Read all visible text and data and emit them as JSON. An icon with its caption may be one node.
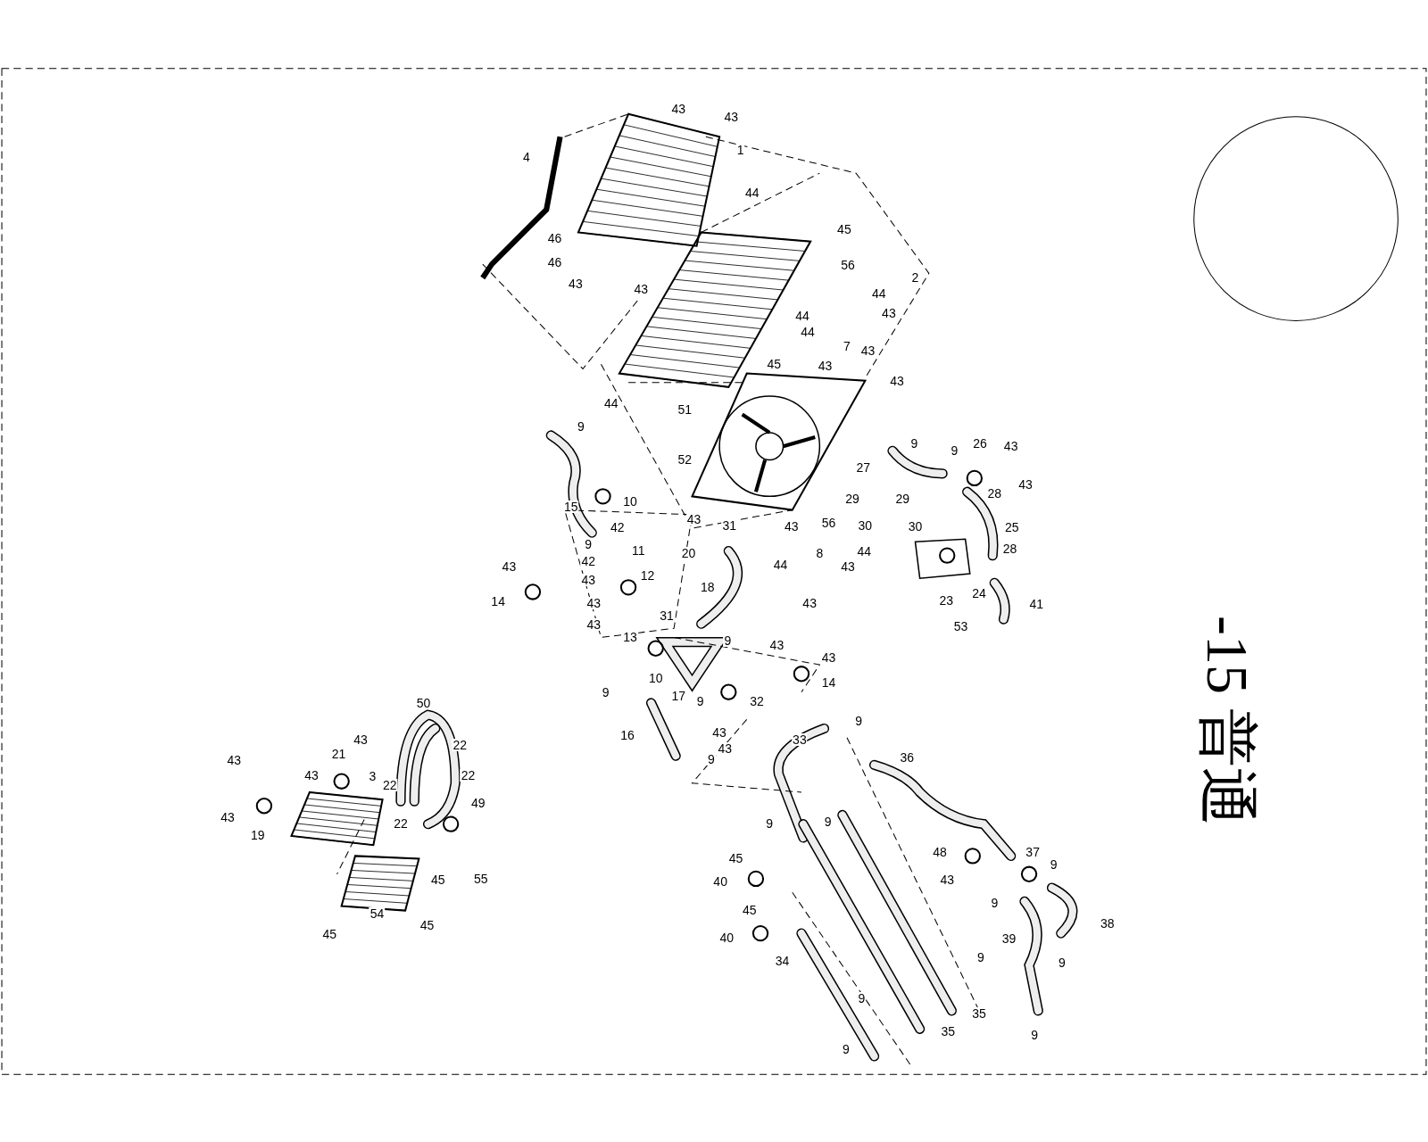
{
  "diagram": {
    "title": "-15 普通",
    "nodes": [
      {
        "text": [],
        "shape": "circle"
      }
    ],
    "labels": [
      "43",
      "43",
      "1",
      "4",
      "44",
      "45",
      "46",
      "46",
      "43",
      "43",
      "2",
      "56",
      "44",
      "43",
      "44",
      "44",
      "7",
      "43",
      "45",
      "43",
      "43",
      "44",
      "51",
      "9",
      "9",
      "26",
      "43",
      "9",
      "27",
      "52",
      "43",
      "28",
      "10",
      "15",
      "29",
      "29",
      "42",
      "30",
      "30",
      "43",
      "43",
      "56",
      "31",
      "25",
      "28",
      "9",
      "42",
      "11",
      "43",
      "20",
      "8",
      "44",
      "43",
      "12",
      "44",
      "43",
      "14",
      "18",
      "43",
      "23",
      "24",
      "41",
      "43",
      "43",
      "13",
      "31",
      "53",
      "9",
      "43",
      "43",
      "10",
      "14",
      "17",
      "9",
      "9",
      "32",
      "43",
      "43",
      "16",
      "9",
      "33",
      "9",
      "36",
      "50",
      "43",
      "22",
      "22",
      "43",
      "21",
      "43",
      "3",
      "22",
      "49",
      "22",
      "43",
      "19",
      "9",
      "9",
      "45",
      "40",
      "55",
      "45",
      "48",
      "43",
      "37",
      "9",
      "9",
      "38",
      "45",
      "40",
      "45",
      "45",
      "54",
      "34",
      "39",
      "9",
      "9",
      "9",
      "35",
      "35",
      "9",
      "9"
    ]
  }
}
